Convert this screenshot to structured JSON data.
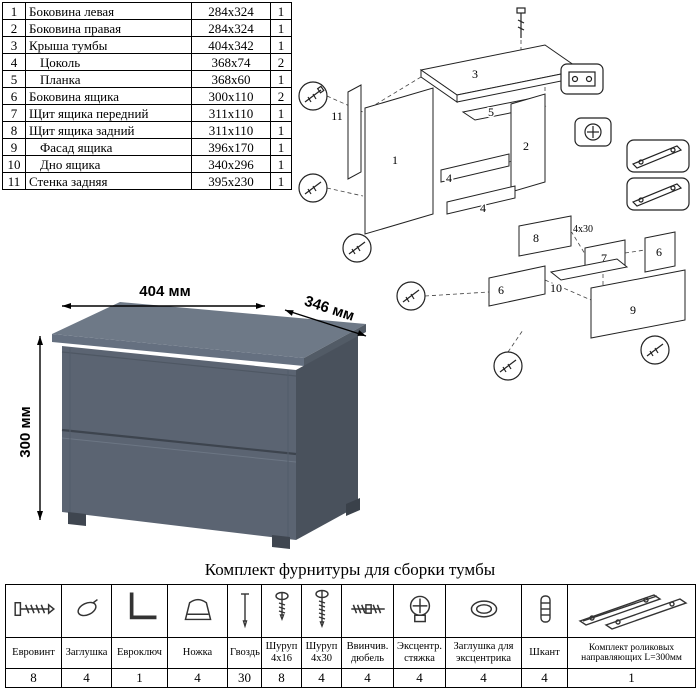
{
  "parts_table": {
    "rows": [
      {
        "num": "1",
        "name": "Боковина левая",
        "size": "284x324",
        "qty": "1"
      },
      {
        "num": "2",
        "name": "Боковина правая",
        "size": "284x324",
        "qty": "1"
      },
      {
        "num": "3",
        "name": "Крыша тумбы",
        "size": "404x342",
        "qty": "1"
      },
      {
        "num": "4",
        "name": "Цоколь",
        "size": "368x74",
        "qty": "2"
      },
      {
        "num": "5",
        "name": "Планка",
        "size": "368x60",
        "qty": "1"
      },
      {
        "num": "6",
        "name": "Боковина ящика",
        "size": "300x110",
        "qty": "2"
      },
      {
        "num": "7",
        "name": "Щит ящика передний",
        "size": "311x110",
        "qty": "1"
      },
      {
        "num": "8",
        "name": "Щит ящика задний",
        "size": "311x110",
        "qty": "1"
      },
      {
        "num": "9",
        "name": "Фасад ящика",
        "size": "396x170",
        "qty": "1"
      },
      {
        "num": "10",
        "name": "Дно ящика",
        "size": "340x296",
        "qty": "1"
      },
      {
        "num": "11",
        "name": "Стенка задняя",
        "size": "395x230",
        "qty": "1"
      }
    ]
  },
  "cabinet": {
    "width_label": "404 мм",
    "depth_label": "346 мм",
    "height_label": "300 мм"
  },
  "diagram": {
    "labels": {
      "n1": "1",
      "n2": "2",
      "n3": "3",
      "n4": "4",
      "n5": "5",
      "n6": "6",
      "n7": "7",
      "n8": "8",
      "n9": "9",
      "n10": "10",
      "n11": "11",
      "screw_note": "4x30"
    }
  },
  "hardware": {
    "title": "Комплект фурнитуры для сборки тумбы",
    "items": [
      {
        "label": "Евровинт",
        "qty": "8"
      },
      {
        "label": "Заглушка",
        "qty": "4"
      },
      {
        "label": "Евроключ",
        "qty": "1"
      },
      {
        "label": "Ножка",
        "qty": "4"
      },
      {
        "label": "Гвоздь",
        "qty": "30"
      },
      {
        "label": "Шуруп 4x16",
        "qty": "8"
      },
      {
        "label": "Шуруп 4x30",
        "qty": "4"
      },
      {
        "label": "Ввинчив. дюбель",
        "qty": "4"
      },
      {
        "label": "Эксцентр. стяжка",
        "qty": "4"
      },
      {
        "label": "Заглушка для эксцентрика",
        "qty": "4"
      },
      {
        "label": "Шкант",
        "qty": "4"
      },
      {
        "label": "Комплект роликовых направляющих L=300мм",
        "qty": "1"
      }
    ]
  }
}
